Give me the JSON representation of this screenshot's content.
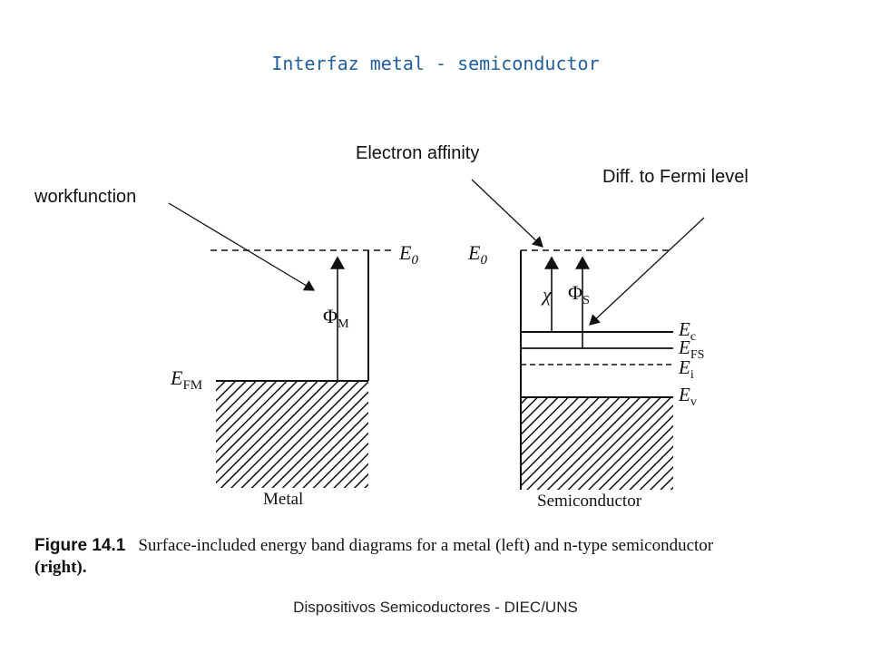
{
  "slide": {
    "title": "Interfaz metal - semiconductor",
    "footer": "Dispositivos Semicoductores - DIEC/UNS"
  },
  "annotations": {
    "workfunction": "workfunction",
    "electron_affinity": "Electron affinity",
    "diff_fermi": "Diff. to Fermi level"
  },
  "metal": {
    "E0": "E",
    "E0_sub": "0",
    "EFM": "E",
    "EFM_sub": "FM",
    "phi": "Φ",
    "phi_sub": "M",
    "label": "Metal"
  },
  "semiconductor": {
    "E0": "E",
    "E0_sub": "0",
    "chi": "χ",
    "phi": "Φ",
    "phi_sub": "S",
    "Ec": "E",
    "Ec_sub": "c",
    "EFS": "E",
    "EFS_sub": "FS",
    "Ei": "E",
    "Ei_sub": "i",
    "Ev": "E",
    "Ev_sub": "v",
    "label": "Semiconductor"
  },
  "caption": {
    "figure": "Figure 14.1",
    "text": "Surface-included energy band diagrams for a metal (left) and n-type semiconductor",
    "tail": "(right)."
  },
  "colors": {
    "title": "#1f5f9f",
    "ink": "#111111"
  }
}
